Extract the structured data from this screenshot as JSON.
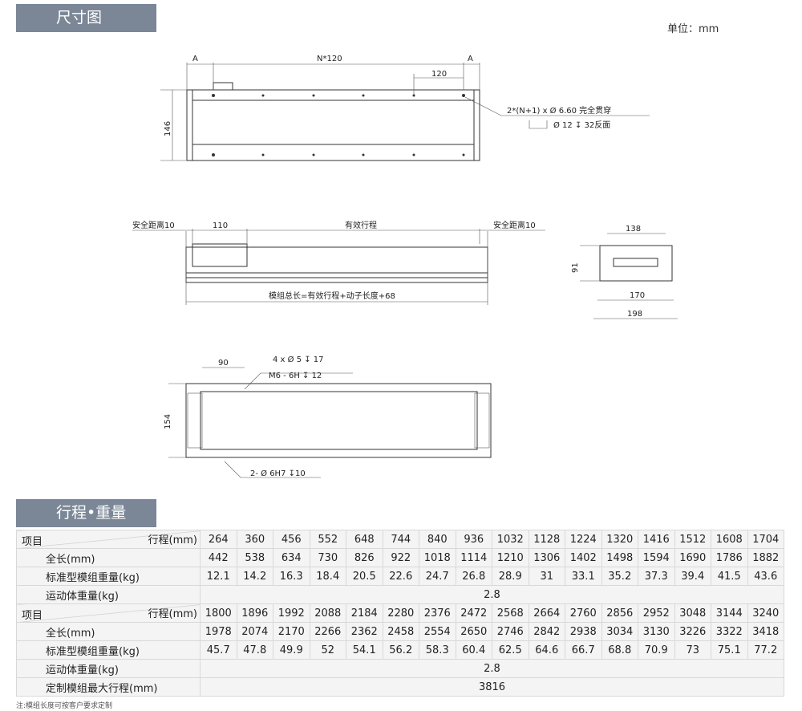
{
  "sections": {
    "dimensions": "尺寸图",
    "stroke_weight": "行程•重量"
  },
  "unit": "单位：mm",
  "drawing_top": {
    "a_left": "A",
    "pitch_total": "N*120",
    "a_right": "A",
    "pitch": "120",
    "height": "146",
    "hole_note": "2*(N+1) x Ø 6.60 完全贯穿",
    "counterbore_note": "Ø 12 ↧ 32反面"
  },
  "drawing_side": {
    "safe_left": "安全距离10",
    "slider": "110",
    "effective": "有效行程",
    "safe_right": "安全距离10",
    "total_formula": "模组总长=有效行程+动子长度+68"
  },
  "drawing_end": {
    "width_top": "138",
    "height": "91",
    "width_mid": "170",
    "width_bottom": "198"
  },
  "drawing_bottom": {
    "offset": "90",
    "hole1": "4 x Ø  5 ↧ 17",
    "hole2": "M6 - 6H ↧ 12",
    "height": "154",
    "pin_hole": "2- Ø 6H7 ↧10"
  },
  "table": {
    "item_label": "项目",
    "stroke_header": "行程(mm)",
    "row_length": "全长(mm)",
    "row_weight": "标准型模组重量(kg)",
    "row_moving": "运动体重量(kg)",
    "row_max": "定制模组最大行程(mm)",
    "blocks": [
      {
        "stroke": [
          "264",
          "360",
          "456",
          "552",
          "648",
          "744",
          "840",
          "936",
          "1032",
          "1128",
          "1224",
          "1320",
          "1416",
          "1512",
          "1608",
          "1704"
        ],
        "length": [
          "442",
          "538",
          "634",
          "730",
          "826",
          "922",
          "1018",
          "1114",
          "1210",
          "1306",
          "1402",
          "1498",
          "1594",
          "1690",
          "1786",
          "1882"
        ],
        "weight": [
          "12.1",
          "14.2",
          "16.3",
          "18.4",
          "20.5",
          "22.6",
          "24.7",
          "26.8",
          "28.9",
          "31",
          "33.1",
          "35.2",
          "37.3",
          "39.4",
          "41.5",
          "43.6"
        ],
        "moving": "2.8"
      },
      {
        "stroke": [
          "1800",
          "1896",
          "1992",
          "2088",
          "2184",
          "2280",
          "2376",
          "2472",
          "2568",
          "2664",
          "2760",
          "2856",
          "2952",
          "3048",
          "3144",
          "3240"
        ],
        "length": [
          "1978",
          "2074",
          "2170",
          "2266",
          "2362",
          "2458",
          "2554",
          "2650",
          "2746",
          "2842",
          "2938",
          "3034",
          "3130",
          "3226",
          "3322",
          "3418"
        ],
        "weight": [
          "45.7",
          "47.8",
          "49.9",
          "52",
          "54.1",
          "56.2",
          "58.3",
          "60.4",
          "62.5",
          "64.6",
          "66.7",
          "68.8",
          "70.9",
          "73",
          "75.1",
          "77.2"
        ],
        "moving": "2.8"
      }
    ],
    "max_stroke": "3816"
  },
  "note": "注:模组长度可按客户要求定制"
}
